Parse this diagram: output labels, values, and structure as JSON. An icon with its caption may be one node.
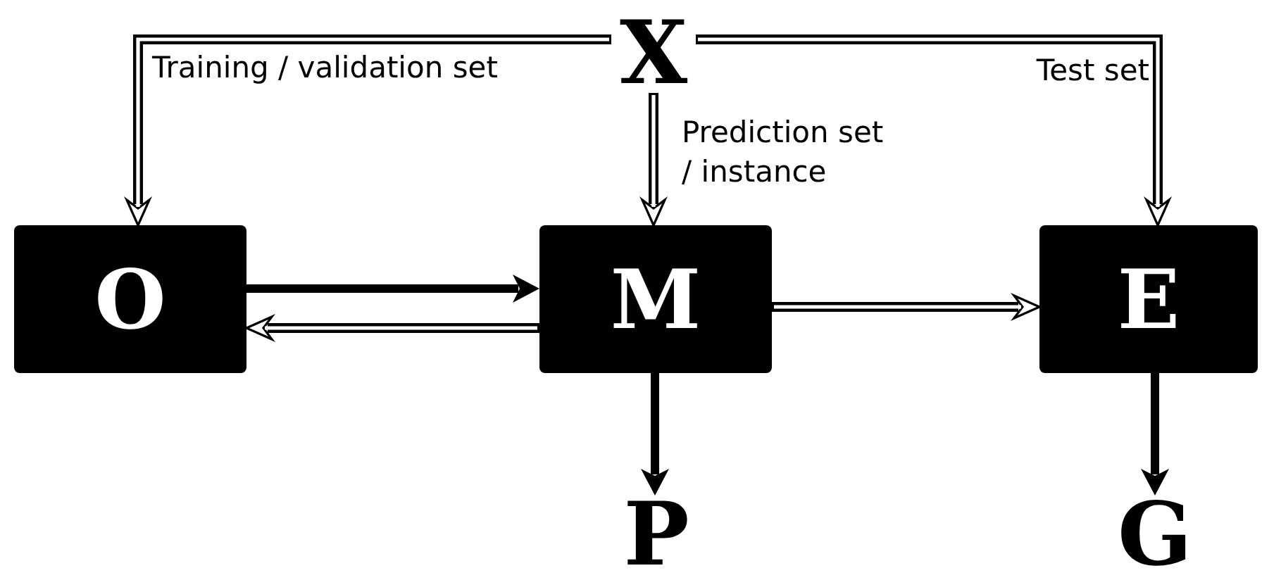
{
  "diagram": {
    "nodes": [
      {
        "text": [
          "X"
        ]
      },
      {
        "text": [
          "O"
        ]
      },
      {
        "text": [
          "M"
        ]
      },
      {
        "text": [
          "E"
        ]
      },
      {
        "text": [
          "P"
        ]
      },
      {
        "text": [
          "G"
        ]
      }
    ],
    "edges": [
      {
        "from": 0,
        "to": 1,
        "arrow": "to",
        "label": "Training / validation set"
      },
      {
        "from": 0,
        "to": 2,
        "arrow": "to",
        "label": "Prediction set / instance"
      },
      {
        "from": 0,
        "to": 3,
        "arrow": "to",
        "label": "Test set"
      },
      {
        "from": 1,
        "to": 2,
        "arrow": "to",
        "style": "thick",
        "color": "#000000"
      },
      {
        "from": 2,
        "to": 1,
        "arrow": "to"
      },
      {
        "from": 2,
        "to": 3,
        "arrow": "to"
      },
      {
        "from": 2,
        "to": 4,
        "arrow": "to",
        "style": "thick",
        "color": "#000000"
      },
      {
        "from": 3,
        "to": 5,
        "arrow": "to",
        "style": "thick",
        "color": "#000000"
      }
    ]
  }
}
